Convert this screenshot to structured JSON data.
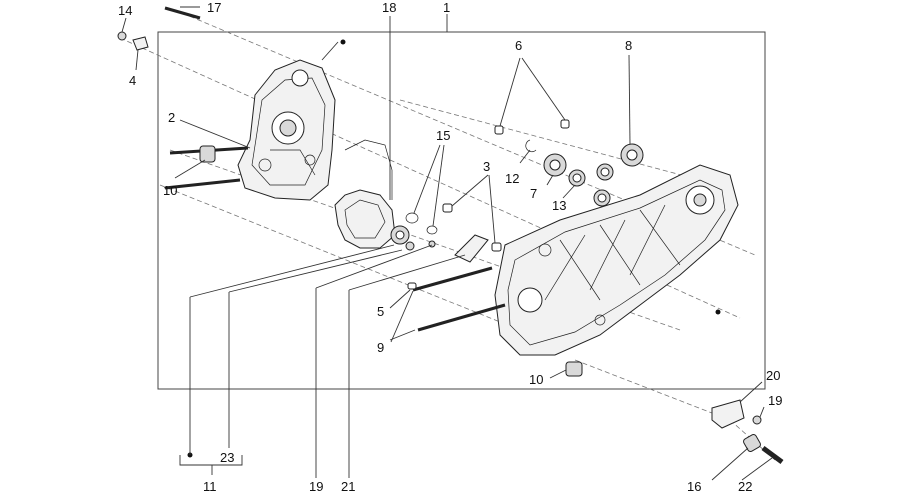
{
  "callouts": {
    "c1": "1",
    "c2": "2",
    "c3": "3",
    "c4": "4",
    "c5": "5",
    "c6": "6",
    "c7": "7",
    "c8": "8",
    "c9": "9",
    "c10a": "10",
    "c10b": "10",
    "c11": "11",
    "c12": "12",
    "c13": "13",
    "c14": "14",
    "c15": "15",
    "c16": "16",
    "c17": "17",
    "c18": "18",
    "c19a": "19",
    "c19b": "19",
    "c20": "20",
    "c21": "21",
    "c22": "22",
    "c23": "23"
  }
}
